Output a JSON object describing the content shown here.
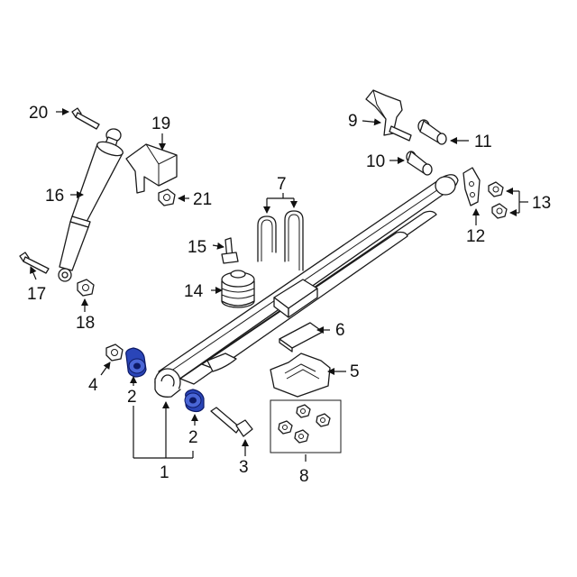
{
  "diagram": {
    "callouts": [
      {
        "id": "c1",
        "text": "1"
      },
      {
        "id": "c2a",
        "text": "2"
      },
      {
        "id": "c2b",
        "text": "2"
      },
      {
        "id": "c3",
        "text": "3"
      },
      {
        "id": "c4",
        "text": "4"
      },
      {
        "id": "c5",
        "text": "5"
      },
      {
        "id": "c6",
        "text": "6"
      },
      {
        "id": "c7",
        "text": "7"
      },
      {
        "id": "c8",
        "text": "8"
      },
      {
        "id": "c9",
        "text": "9"
      },
      {
        "id": "c10",
        "text": "10"
      },
      {
        "id": "c11",
        "text": "11"
      },
      {
        "id": "c12",
        "text": "12"
      },
      {
        "id": "c13",
        "text": "13"
      },
      {
        "id": "c14",
        "text": "14"
      },
      {
        "id": "c15",
        "text": "15"
      },
      {
        "id": "c16",
        "text": "16"
      },
      {
        "id": "c17",
        "text": "17"
      },
      {
        "id": "c18",
        "text": "18"
      },
      {
        "id": "c19",
        "text": "19"
      },
      {
        "id": "c20",
        "text": "20"
      },
      {
        "id": "c21",
        "text": "21"
      }
    ],
    "highlight_color": "#2a45b8",
    "line_color": "#1a1a1a"
  }
}
